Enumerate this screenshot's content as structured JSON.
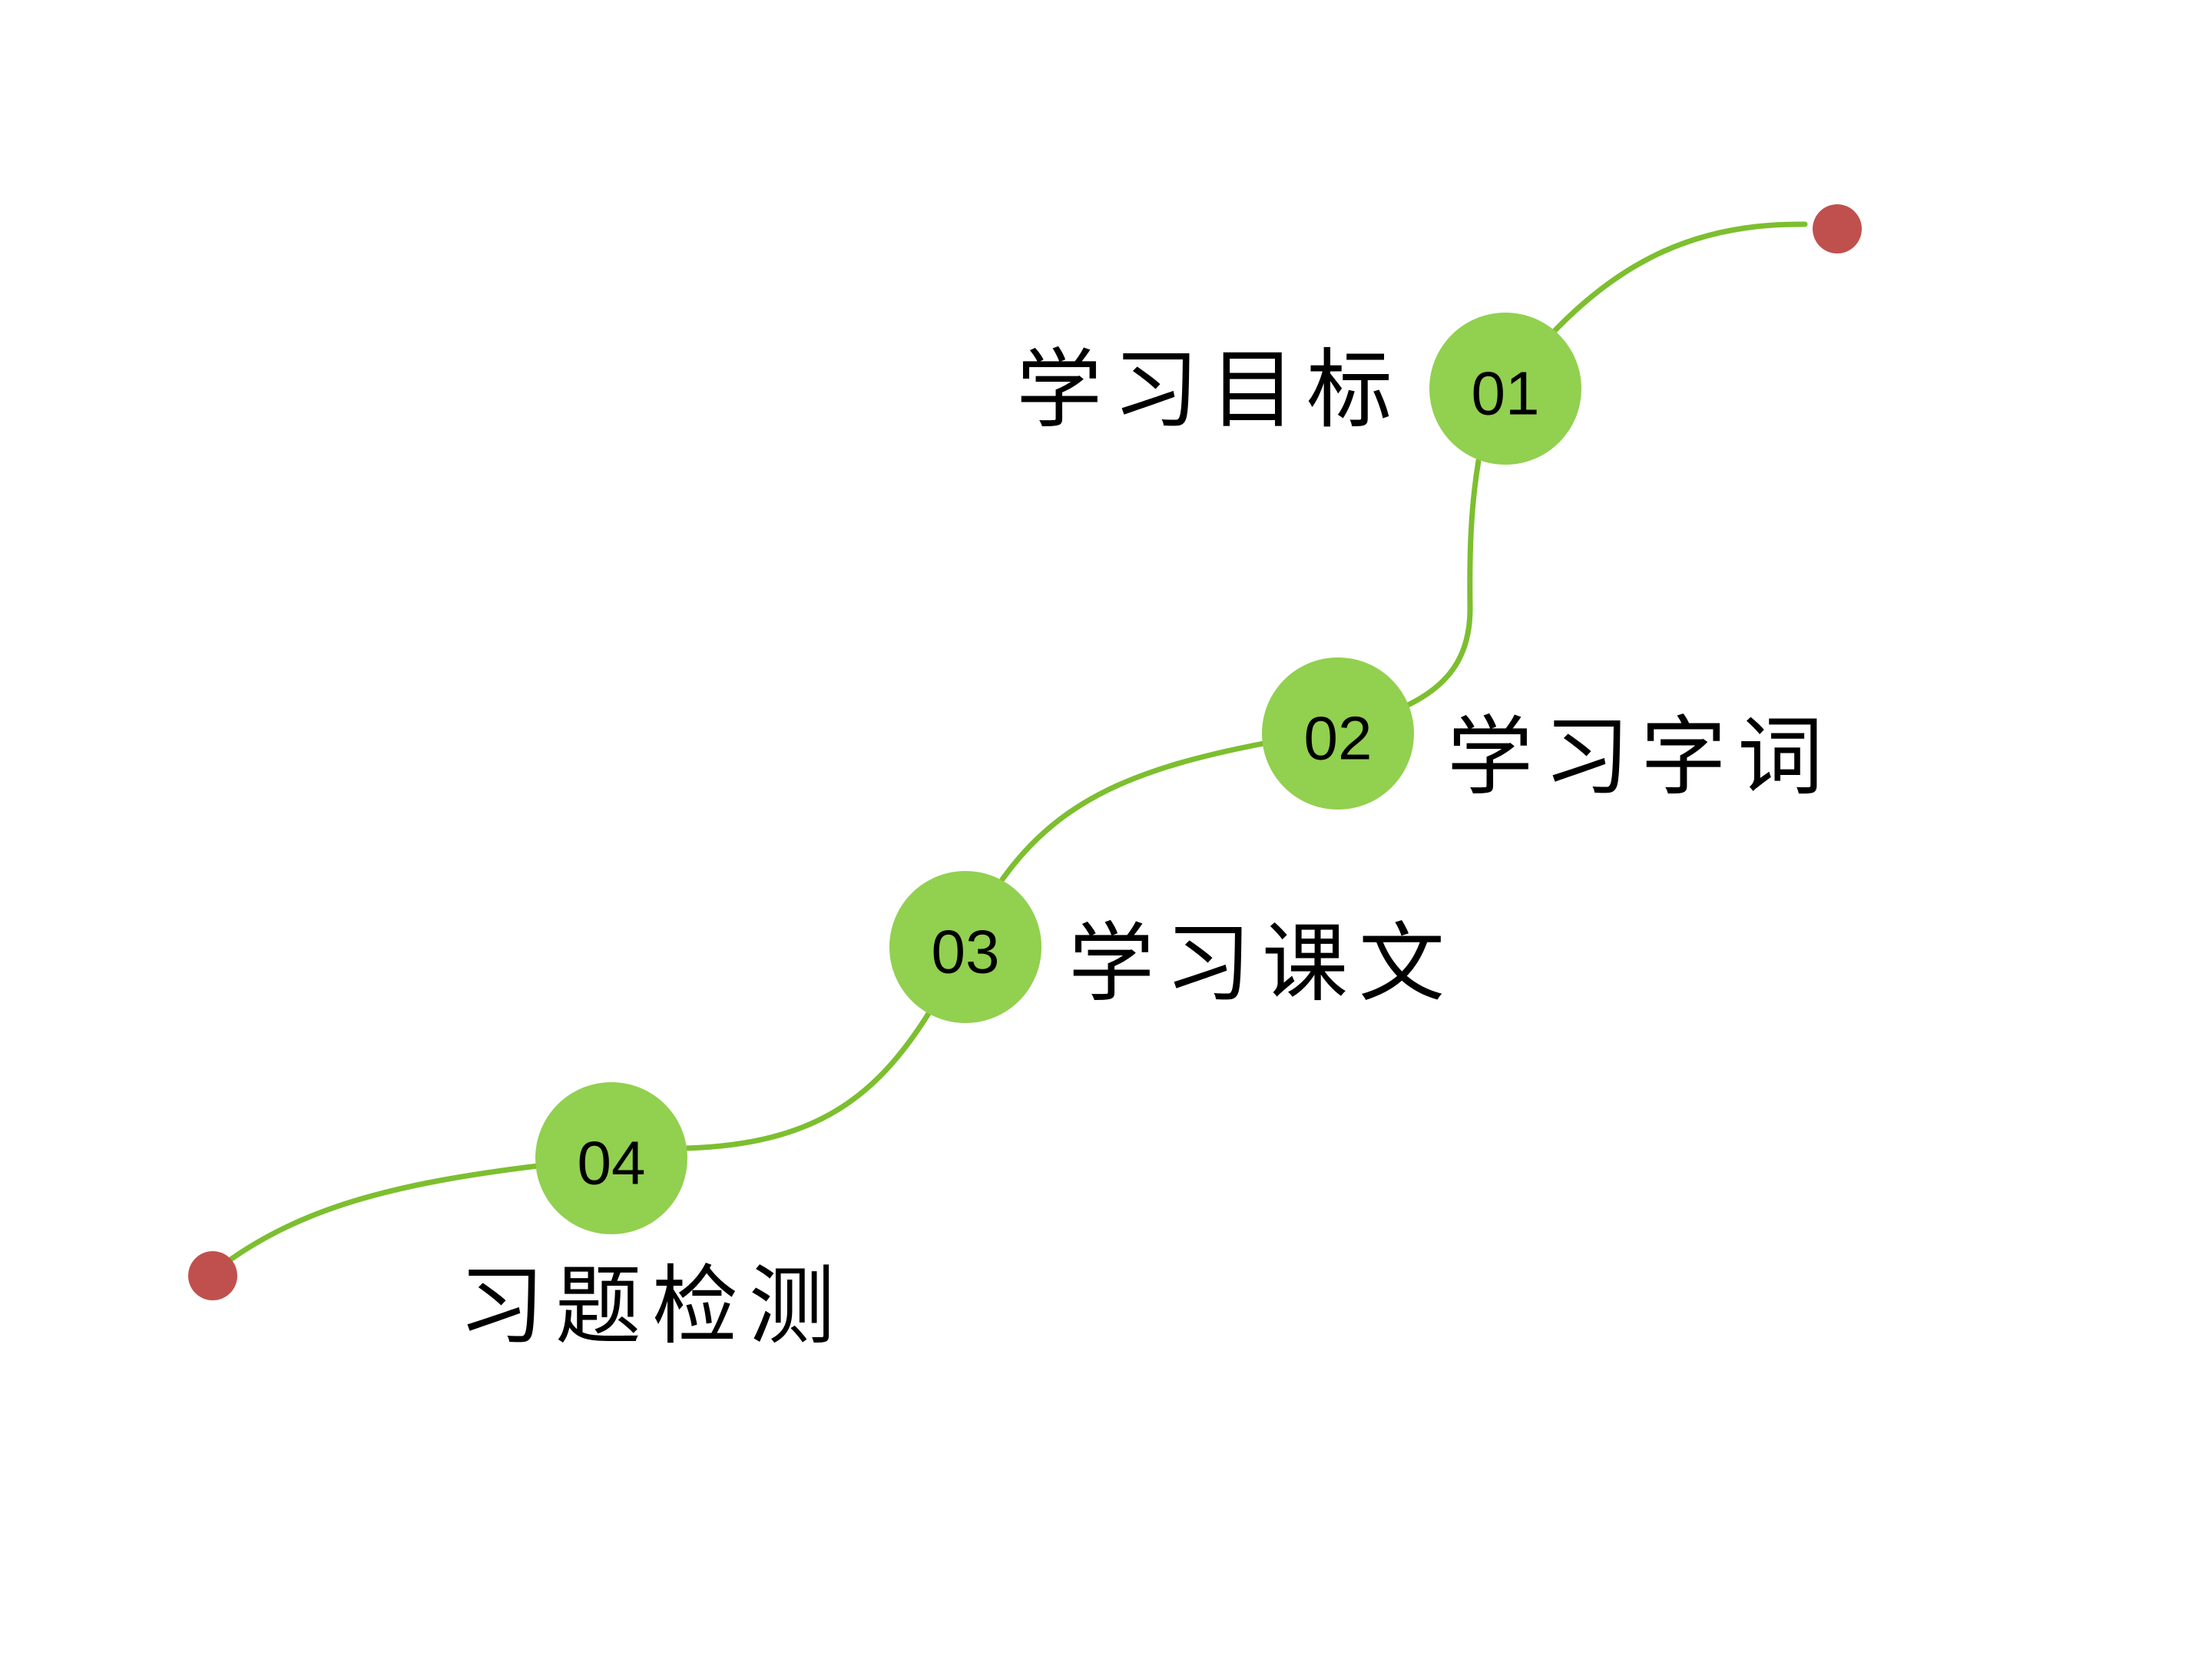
{
  "colors": {
    "background": "#FFFFFF",
    "node_fill": "#92D050",
    "connector": "#7CBF2F",
    "endpoint": "#C0504D",
    "text": "#000000"
  },
  "steps": [
    {
      "number": "01",
      "label": "学习目标"
    },
    {
      "number": "02",
      "label": "学习字词"
    },
    {
      "number": "03",
      "label": "学习课文"
    },
    {
      "number": "04",
      "label": "习题检测"
    }
  ]
}
